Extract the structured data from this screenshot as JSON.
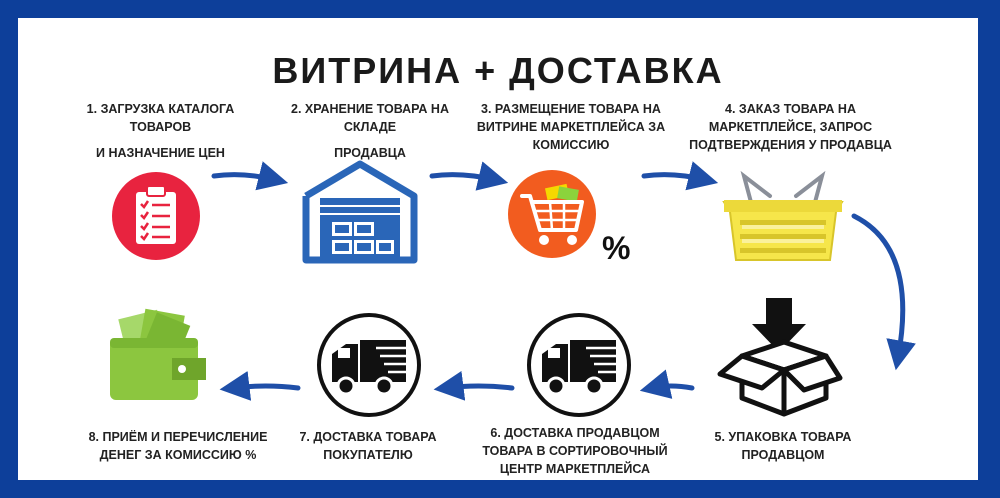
{
  "title": "ВИТРИНА + ДОСТАВКА",
  "steps": [
    {
      "lines": [
        "1. ЗАГРУЗКА КАТАЛОГА ТОВАРОВ",
        "И НАЗНАЧЕНИЕ ЦЕН"
      ],
      "icon": "clipboard-checklist-icon"
    },
    {
      "lines": [
        "2. ХРАНЕНИЕ ТОВАРА НА СКЛАДЕ",
        "ПРОДАВЦА"
      ],
      "icon": "warehouse-icon"
    },
    {
      "lines": [
        "3. РАЗМЕЩЕНИЕ ТОВАРА НА",
        "ВИТРИНЕ МАРКЕТПЛЕЙСА ЗА",
        "КОМИССИЮ"
      ],
      "icon": "shopping-cart-percent-icon"
    },
    {
      "lines": [
        "4. ЗАКАЗ ТОВАРА НА",
        "МАРКЕТПЛЕЙСЕ, ЗАПРОС",
        "ПОДТВЕРЖДЕНИЯ У ПРОДАВЦА"
      ],
      "icon": "basket-icon"
    },
    {
      "lines": [
        "5. УПАКОВКА ТОВАРА",
        "ПРОДАВЦОМ"
      ],
      "icon": "box-packing-icon"
    },
    {
      "lines": [
        "6. ДОСТАВКА ПРОДАВЦОМ",
        "ТОВАРА В СОРТИРОВОЧНЫЙ",
        "ЦЕНТР МАРКЕТПЛЕЙСА"
      ],
      "icon": "delivery-truck-icon"
    },
    {
      "lines": [
        "7. ДОСТАВКА ТОВАРА",
        "ПОКУПАТЕЛЮ"
      ],
      "icon": "delivery-truck-icon"
    },
    {
      "lines": [
        "8. ПРИЁМ И ПЕРЕЧИСЛЕНИЕ",
        "ДЕНЕГ ЗА КОМИССИЮ %"
      ],
      "icon": "wallet-money-icon"
    }
  ],
  "percent_symbol": "%",
  "colors": {
    "frame": "#0d3f9a",
    "arrow": "#1f4fa8",
    "clipboard_circle": "#e8233f",
    "warehouse": "#2a66b8",
    "cart_circle": "#f25c1f",
    "basket": "#f6e64a",
    "wallet": "#8cc63f"
  }
}
